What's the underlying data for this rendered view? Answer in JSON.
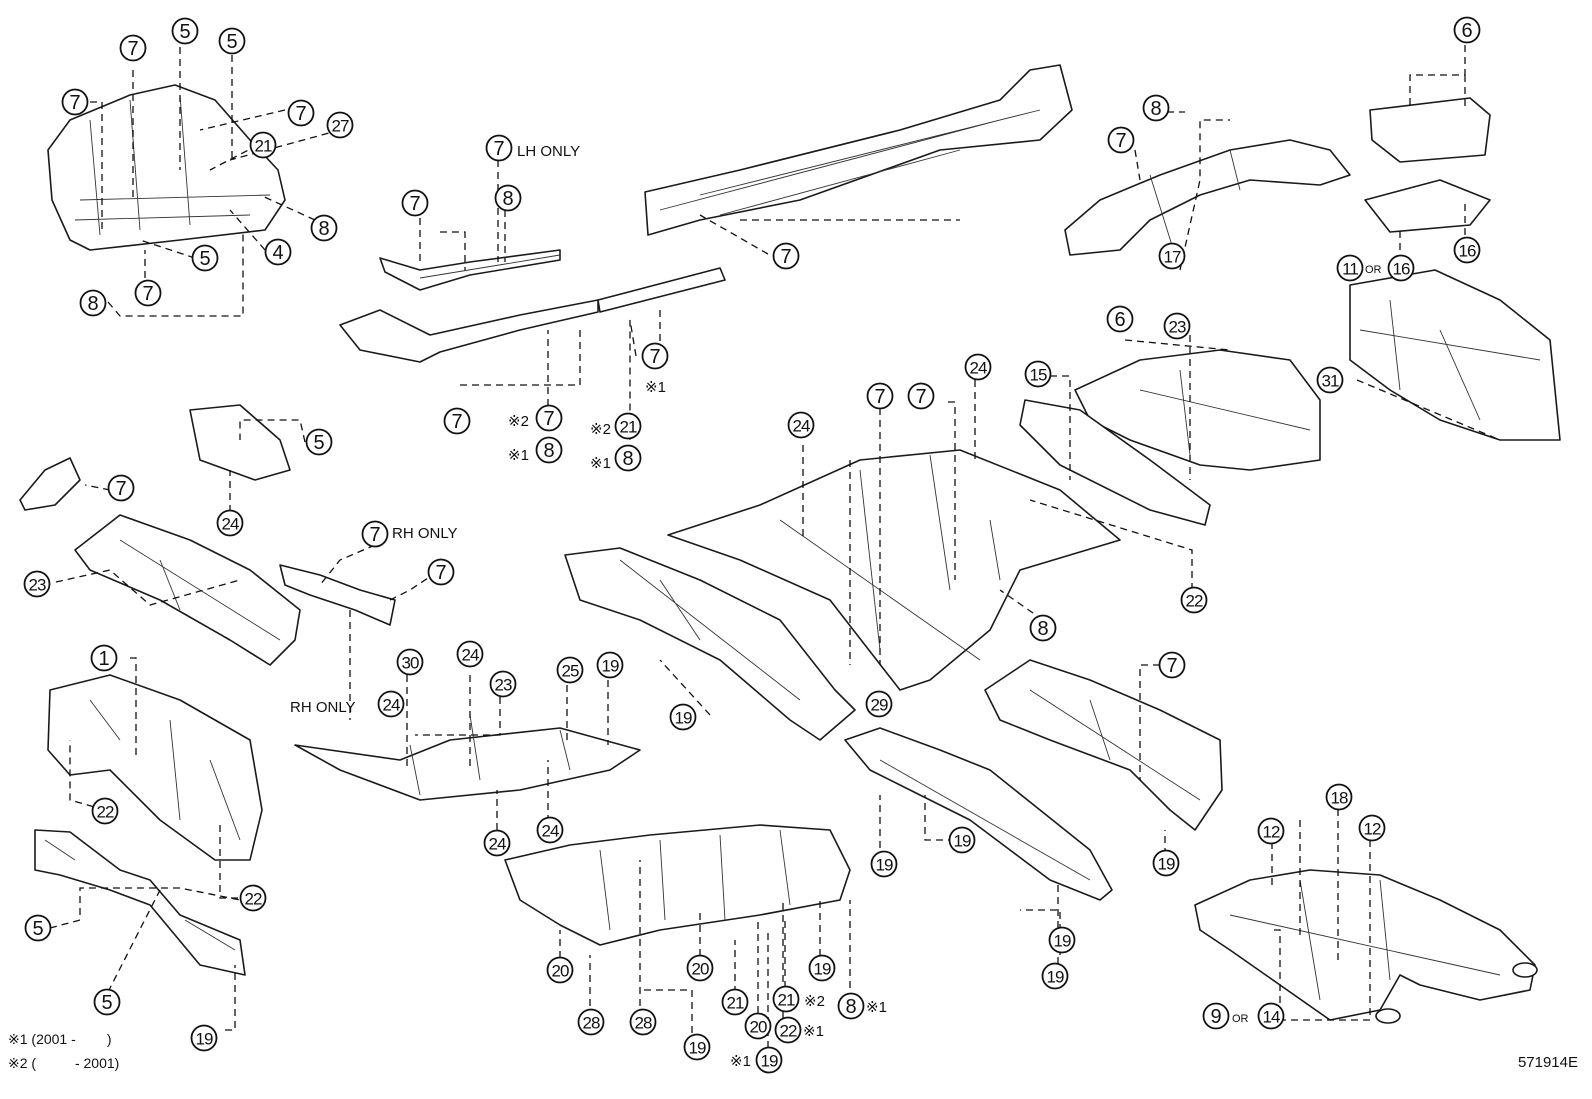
{
  "callouts": [
    {
      "n": "7"
    },
    {
      "n": "5"
    },
    {
      "n": "5"
    },
    {
      "n": "7"
    },
    {
      "n": "7"
    },
    {
      "n": "27"
    },
    {
      "n": "21"
    },
    {
      "n": "8"
    },
    {
      "n": "4"
    },
    {
      "n": "5"
    },
    {
      "n": "7"
    },
    {
      "n": "8"
    },
    {
      "n": "7"
    },
    {
      "n": "7"
    },
    {
      "n": "8"
    },
    {
      "n": "7"
    },
    {
      "n": "7"
    },
    {
      "n": "7"
    },
    {
      "n": "8"
    },
    {
      "n": "21"
    },
    {
      "n": "8"
    },
    {
      "n": "7"
    },
    {
      "n": "8"
    },
    {
      "n": "7"
    },
    {
      "n": "17"
    },
    {
      "n": "6"
    },
    {
      "n": "16"
    },
    {
      "n": "11"
    },
    {
      "n": "16"
    },
    {
      "n": "31"
    },
    {
      "n": "5"
    },
    {
      "n": "7"
    },
    {
      "n": "24"
    },
    {
      "n": "23"
    },
    {
      "n": "7"
    },
    {
      "n": "7"
    },
    {
      "n": "24"
    },
    {
      "n": "7"
    },
    {
      "n": "7"
    },
    {
      "n": "24"
    },
    {
      "n": "15"
    },
    {
      "n": "6"
    },
    {
      "n": "23"
    },
    {
      "n": "22"
    },
    {
      "n": "8"
    },
    {
      "n": "29"
    },
    {
      "n": "1"
    },
    {
      "n": "22"
    },
    {
      "n": "22"
    },
    {
      "n": "5"
    },
    {
      "n": "5"
    },
    {
      "n": "19"
    },
    {
      "n": "30"
    },
    {
      "n": "24"
    },
    {
      "n": "23"
    },
    {
      "n": "25"
    },
    {
      "n": "19"
    },
    {
      "n": "24"
    },
    {
      "n": "24"
    },
    {
      "n": "24"
    },
    {
      "n": "19"
    },
    {
      "n": "19"
    },
    {
      "n": "19"
    },
    {
      "n": "19"
    },
    {
      "n": "19"
    },
    {
      "n": "7"
    },
    {
      "n": "19"
    },
    {
      "n": "20"
    },
    {
      "n": "28"
    },
    {
      "n": "28"
    },
    {
      "n": "20"
    },
    {
      "n": "19"
    },
    {
      "n": "21"
    },
    {
      "n": "21"
    },
    {
      "n": "19"
    },
    {
      "n": "8"
    },
    {
      "n": "20"
    },
    {
      "n": "22"
    },
    {
      "n": "19"
    },
    {
      "n": "12"
    },
    {
      "n": "18"
    },
    {
      "n": "12"
    },
    {
      "n": "9"
    },
    {
      "n": "14"
    }
  ],
  "labels": {
    "lh_only": "LH ONLY",
    "rh_only_top": "RH ONLY",
    "rh_only_left": "RH ONLY",
    "or_a": "OR",
    "or_b": "OR",
    "m1a": "※1",
    "m2a": "※2",
    "m1b": "※1",
    "m2b": "※2",
    "m1c": "※1",
    "m2c": "※2",
    "m1d": "※1",
    "m2d": "※2",
    "m1e": "※1",
    "m1f": "※1"
  },
  "notes": {
    "note1": "※1 (2001 -        )",
    "note2": "※2 (          - 2001)"
  },
  "diagram_code": "571914E"
}
